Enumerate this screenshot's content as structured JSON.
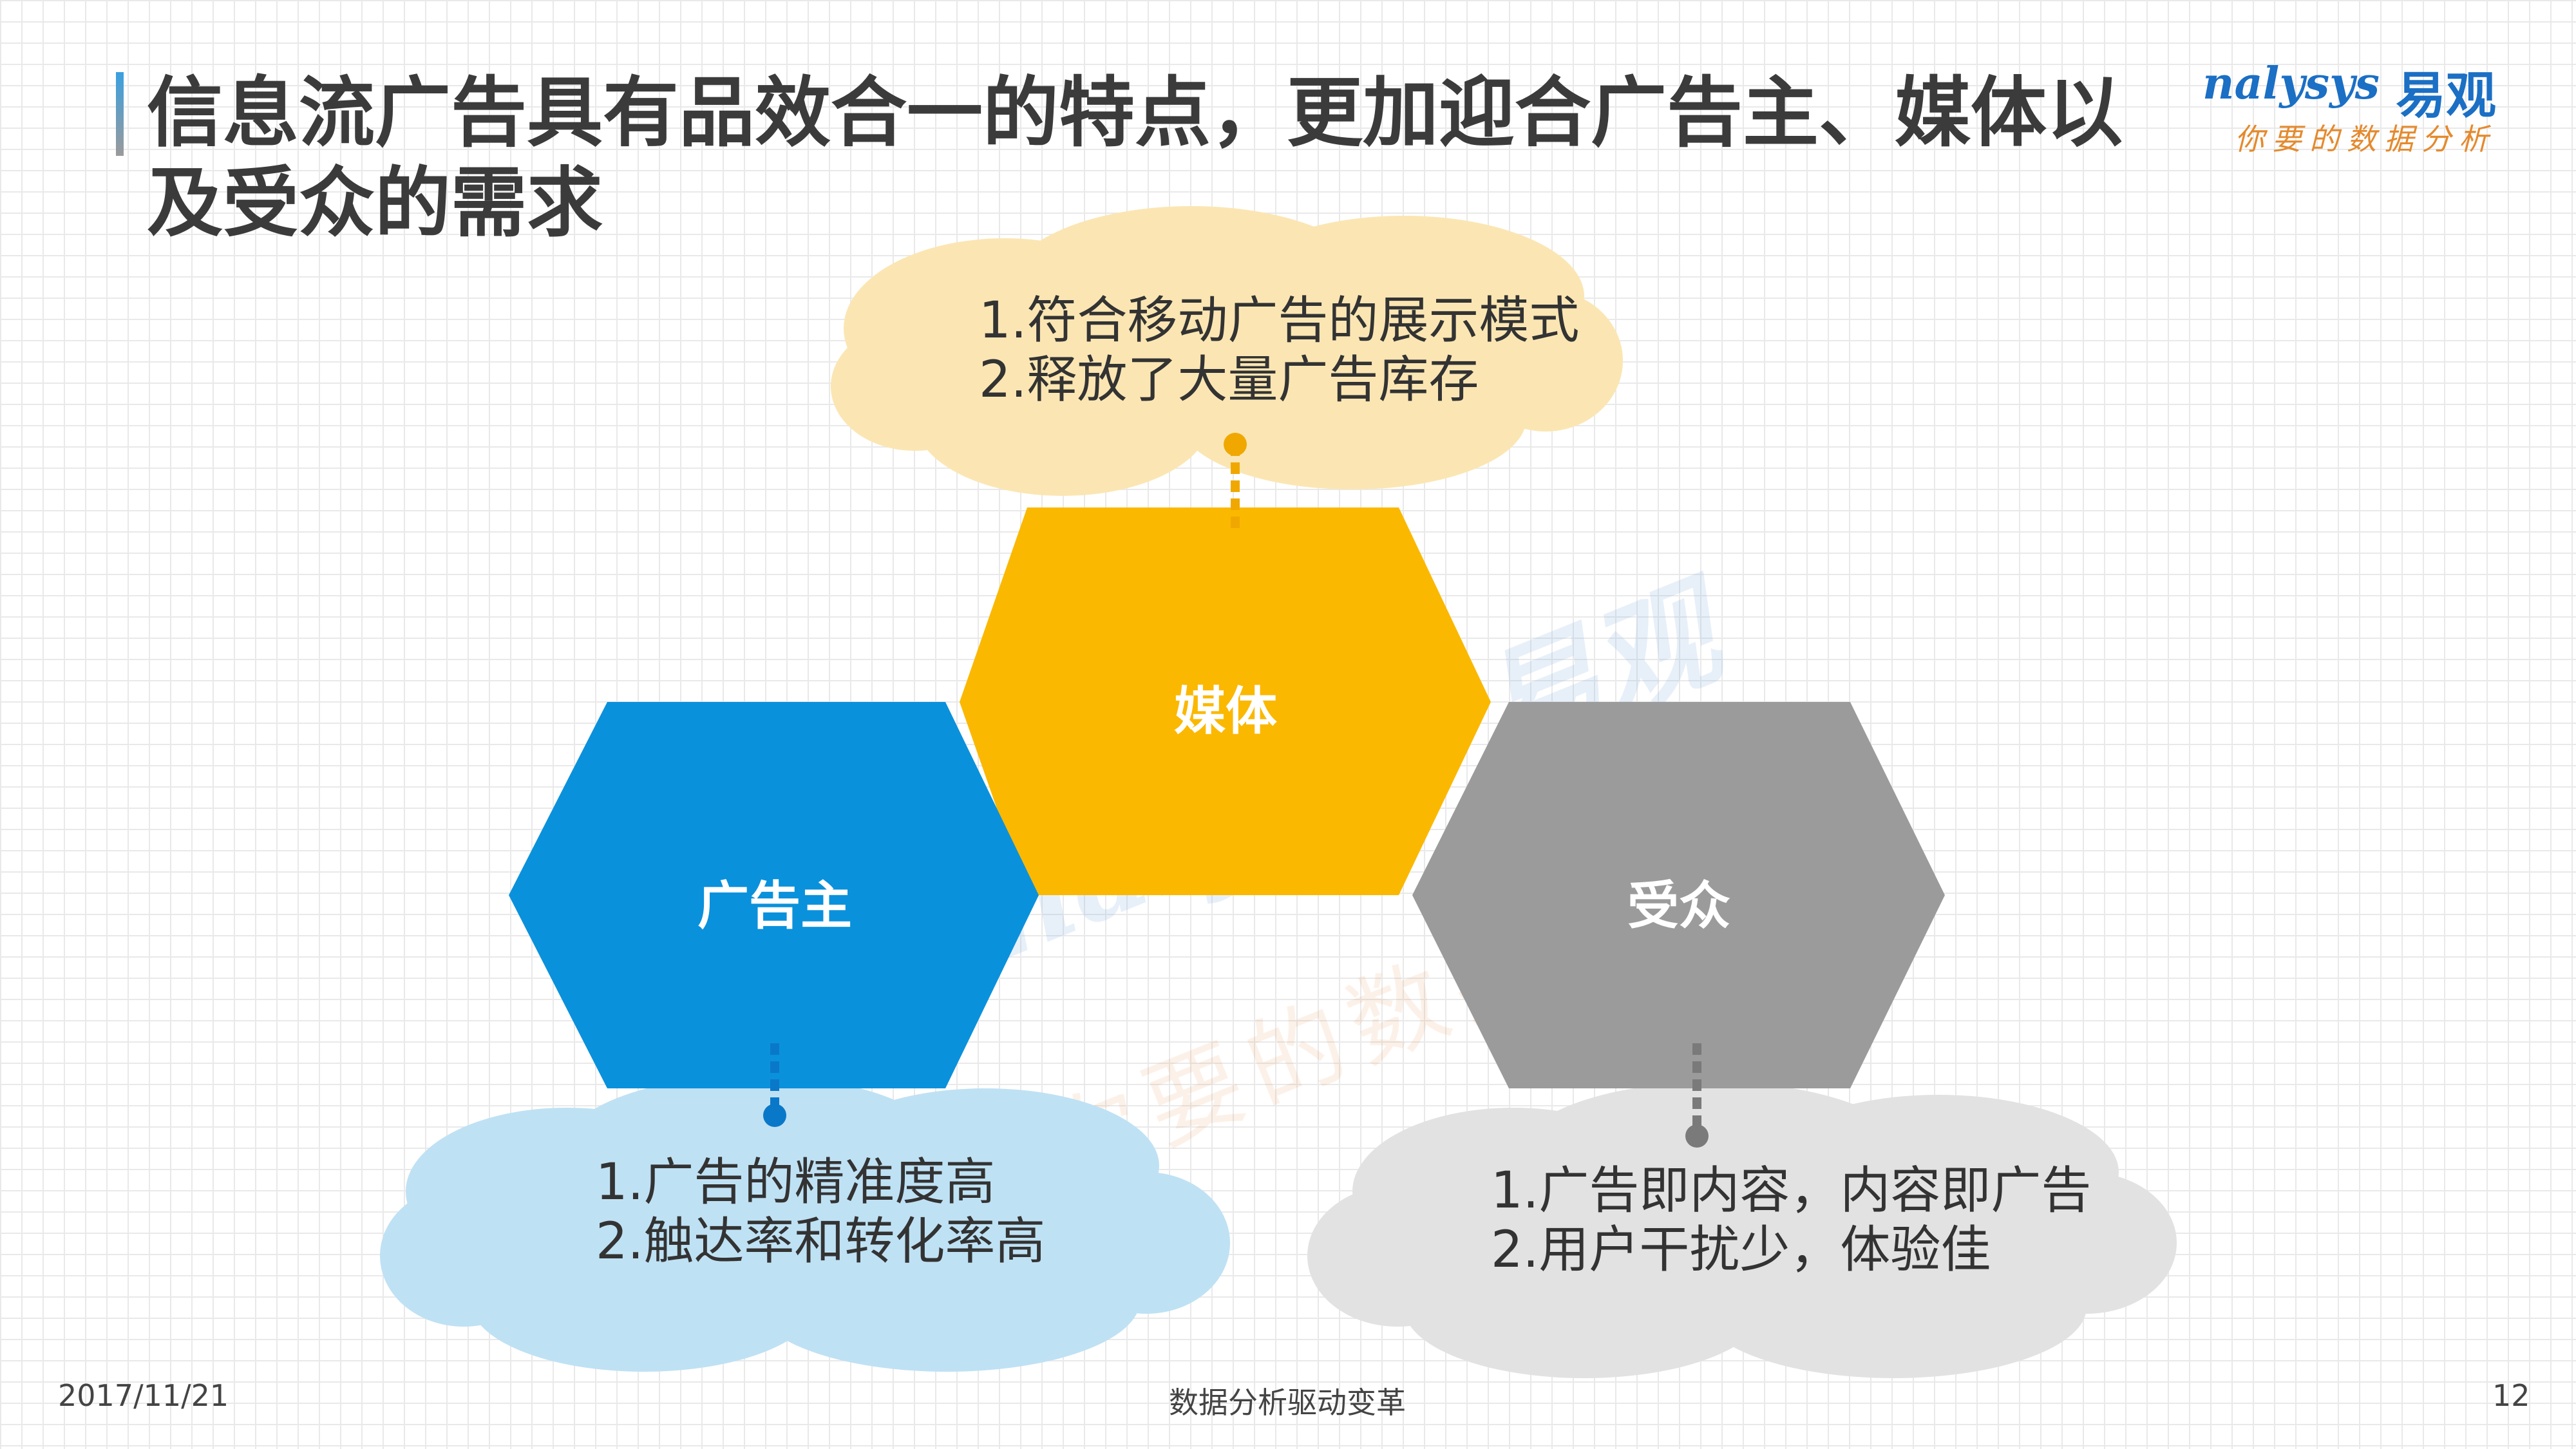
{
  "title": "信息流广告具有品效合一的特点，更加迎合广告主、媒体以及受众的需求",
  "logo": {
    "text_en": "nalysys",
    "text_cn": "易观",
    "tagline": "你要的数据分析"
  },
  "watermark": {
    "line1": "nalysys 易观",
    "line2": "你要的数据分析"
  },
  "nodes": {
    "media": {
      "label": "媒体",
      "color": "#fbb800",
      "points": [
        "1.符合移动广告的展示模式",
        "2.释放了大量广告库存"
      ],
      "cloud_color": "#fbe6b3"
    },
    "advertiser": {
      "label": "广告主",
      "color": "#0a91dc",
      "points": [
        "1.广告的精准度高",
        "2.触达率和转化率高"
      ],
      "cloud_color": "#bfe1f4"
    },
    "audience": {
      "label": "受众",
      "color": "#9b9b9b",
      "points": [
        "1.广告即内容，内容即广告",
        "2.用户干扰少，体验佳"
      ],
      "cloud_color": "#e2e2e2"
    }
  },
  "footer": {
    "date": "2017/11/21",
    "center": "数据分析驱动变革",
    "page": "12"
  }
}
